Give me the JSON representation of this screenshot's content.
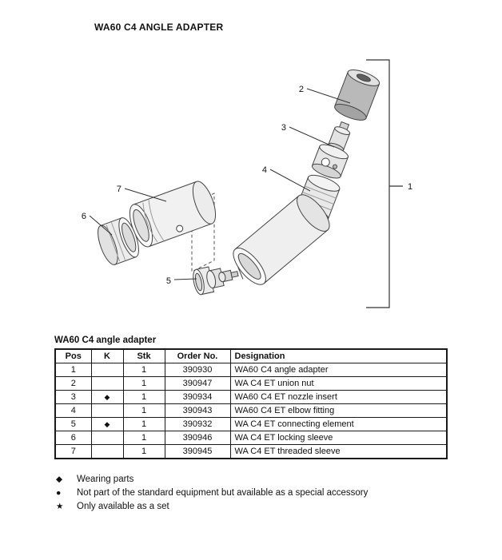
{
  "page": {
    "title": "WA60 C4 ANGLE ADAPTER"
  },
  "diagram": {
    "callouts": {
      "c1": "1",
      "c2": "2",
      "c3": "3",
      "c4": "4",
      "c5": "5",
      "c6": "6",
      "c7": "7"
    },
    "parts": [
      "union-nut",
      "nozzle-insert",
      "elbow-fitting",
      "connecting-element",
      "locking-sleeve",
      "threaded-sleeve"
    ]
  },
  "table": {
    "caption": "WA60 C4 angle adapter",
    "headers": [
      "Pos",
      "K",
      "Stk",
      "Order No.",
      "Designation"
    ],
    "rows": [
      {
        "pos": "1",
        "k": "",
        "stk": "1",
        "order_no": "390930",
        "designation": "WA60 C4 angle adapter"
      },
      {
        "pos": "2",
        "k": "",
        "stk": "1",
        "order_no": "390947",
        "designation": "WA C4 ET union nut"
      },
      {
        "pos": "3",
        "k": "◆",
        "stk": "1",
        "order_no": "390934",
        "designation": "WA60 C4 ET nozzle insert"
      },
      {
        "pos": "4",
        "k": "",
        "stk": "1",
        "order_no": "390943",
        "designation": "WA60 C4 ET elbow fitting"
      },
      {
        "pos": "5",
        "k": "◆",
        "stk": "1",
        "order_no": "390932",
        "designation": "WA C4 ET connecting element"
      },
      {
        "pos": "6",
        "k": "",
        "stk": "1",
        "order_no": "390946",
        "designation": "WA C4 ET locking sleeve"
      },
      {
        "pos": "7",
        "k": "",
        "stk": "1",
        "order_no": "390945",
        "designation": "WA C4 ET threaded sleeve"
      }
    ]
  },
  "legend": {
    "items": [
      {
        "symbol": "◆",
        "text": "Wearing parts"
      },
      {
        "symbol": "●",
        "text": "Not part of the standard equipment but available as a special accessory"
      },
      {
        "symbol": "★",
        "text": "Only available as a set"
      }
    ]
  }
}
